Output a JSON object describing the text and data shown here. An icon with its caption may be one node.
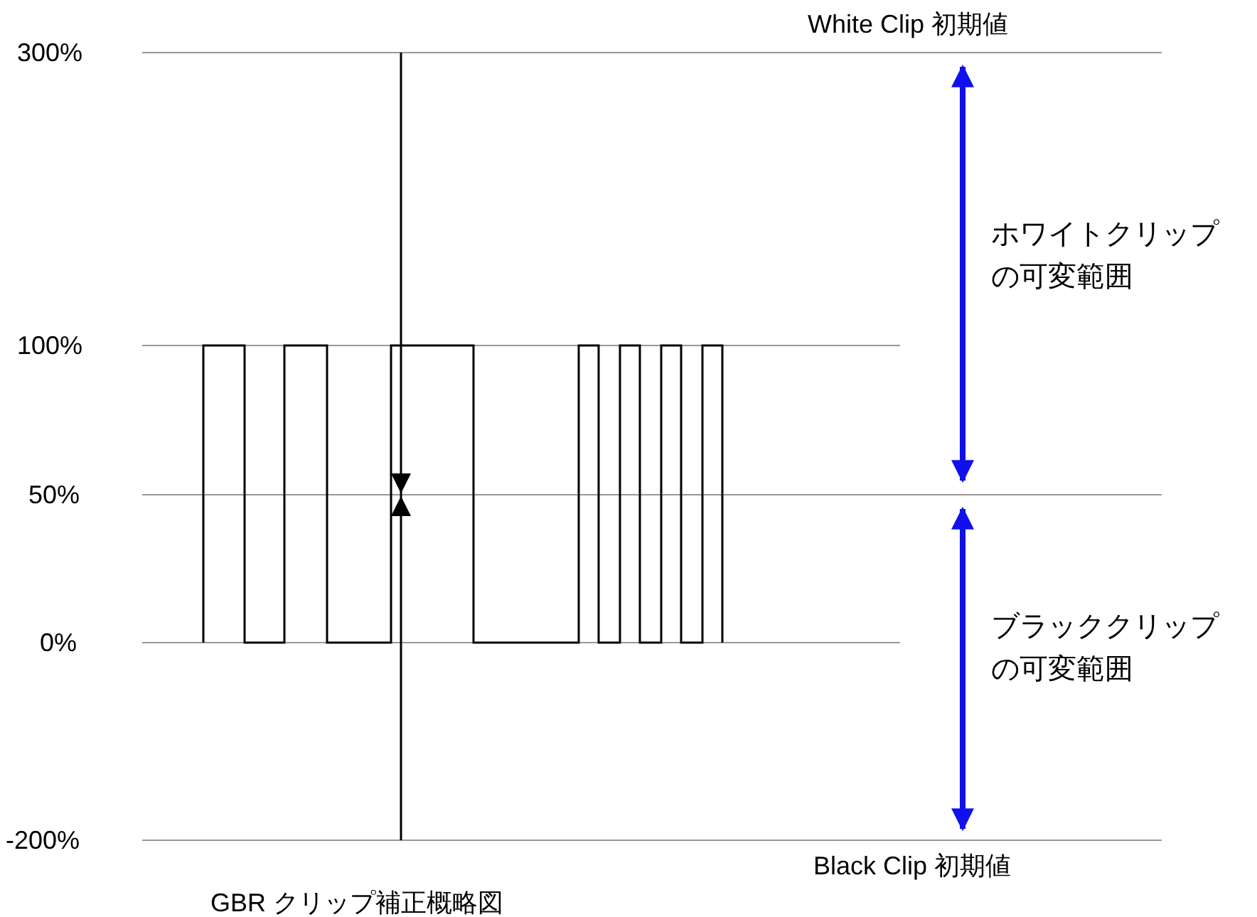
{
  "diagram": {
    "caption": "GBR クリップ補正概略図",
    "labels": [
      "White Clip 初期値",
      "300%",
      "ホワイトクリップの可変範囲",
      "100%",
      "50%",
      "0%",
      "ブラッククリップの可変範囲",
      "-200%",
      "Black Clip  初期値"
    ]
  }
}
